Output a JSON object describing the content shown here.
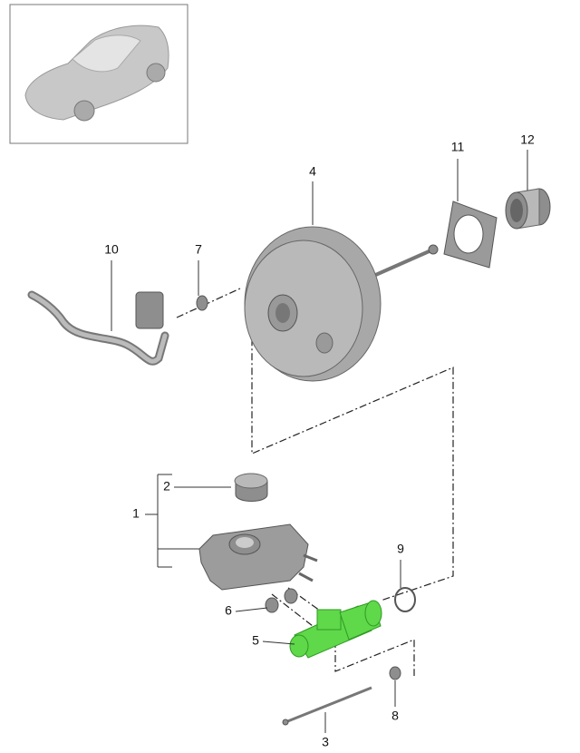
{
  "diagram": {
    "title": "Brake booster / master cylinder parts diagram",
    "callouts": [
      "1",
      "2",
      "3",
      "4",
      "5",
      "6",
      "7",
      "8",
      "9",
      "10",
      "11",
      "12"
    ],
    "highlight_color": "#5fd84a",
    "highlighted_part": "5"
  }
}
